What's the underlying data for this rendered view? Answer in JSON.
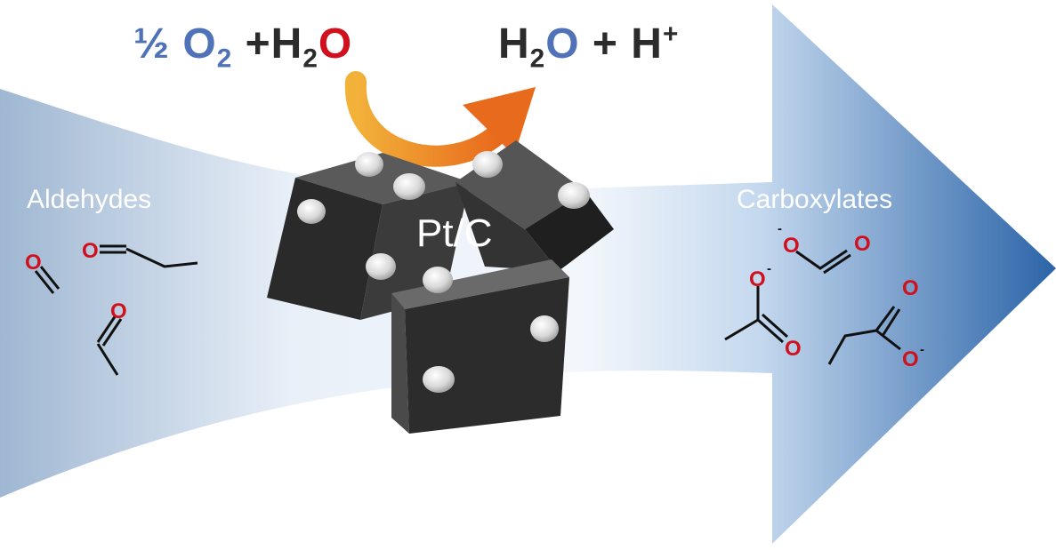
{
  "reaction": {
    "left": {
      "half": "½",
      "o2": "O",
      "o2_sub": "2",
      "plus": "+",
      "h2o_h": "H",
      "h2o_sub": "2",
      "h2o_o": "O"
    },
    "right": {
      "h2o_h": "H",
      "h2o_sub": "2",
      "h2o_o": "O",
      "plus": "+",
      "h": "H",
      "charge": "+"
    }
  },
  "labels": {
    "reactants": "Aldehydes",
    "catalyst": "Pt/C",
    "products": "Carboxylates"
  },
  "atoms": {
    "oxygen": "O",
    "anion": "-"
  },
  "colors": {
    "oxygen_red": "#d0101c",
    "accent_blue": "#4f72b8",
    "arrow_orange": "#e8731c",
    "flow_blue": "#2b64a8",
    "cube_dark": "#2c2c2c",
    "pt_particle": "#d8d8d8"
  }
}
